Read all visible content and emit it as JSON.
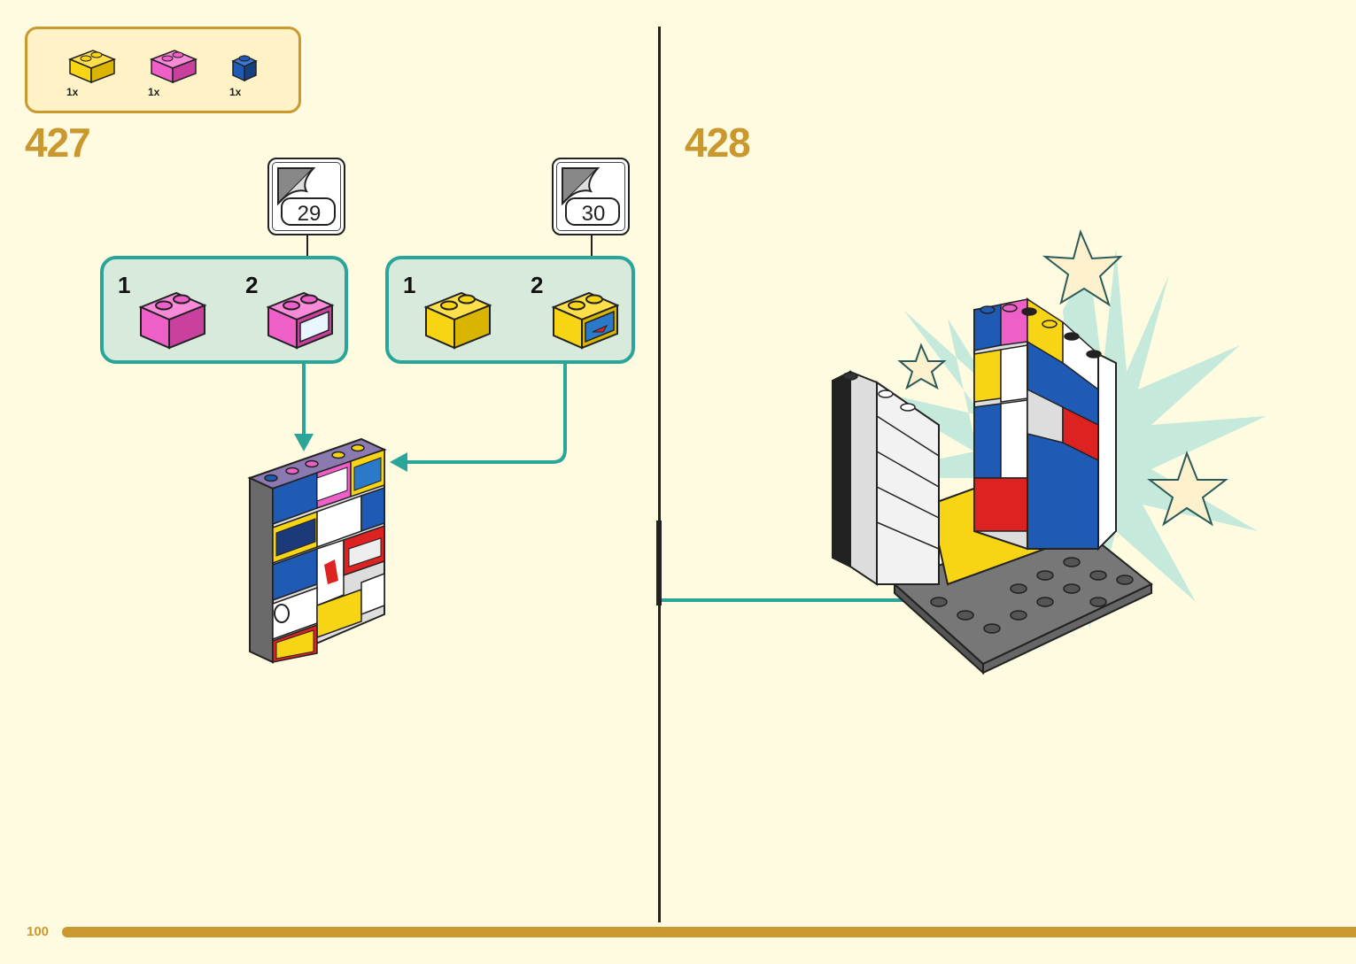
{
  "page_number": "100",
  "parts_list": [
    {
      "color": "#f7d414",
      "qty": "1x",
      "icon": "yellow-brick-1x2"
    },
    {
      "color": "#ee5fc7",
      "qty": "1x",
      "icon": "pink-brick-1x2"
    },
    {
      "color": "#1f5bb5",
      "qty": "1x",
      "icon": "blue-plate-1x1"
    }
  ],
  "steps": [
    {
      "number": "427",
      "sub_assemblies": [
        {
          "sticker_sheet": "29",
          "labels": [
            "1",
            "2"
          ],
          "brick_color": "#ee5fc7"
        },
        {
          "sticker_sheet": "30",
          "labels": [
            "1",
            "2"
          ],
          "brick_color": "#f7d414"
        }
      ]
    },
    {
      "number": "428"
    }
  ],
  "colors": {
    "accent": "#c9982e",
    "teal": "#2aa59a",
    "background": "#fffbe1"
  }
}
